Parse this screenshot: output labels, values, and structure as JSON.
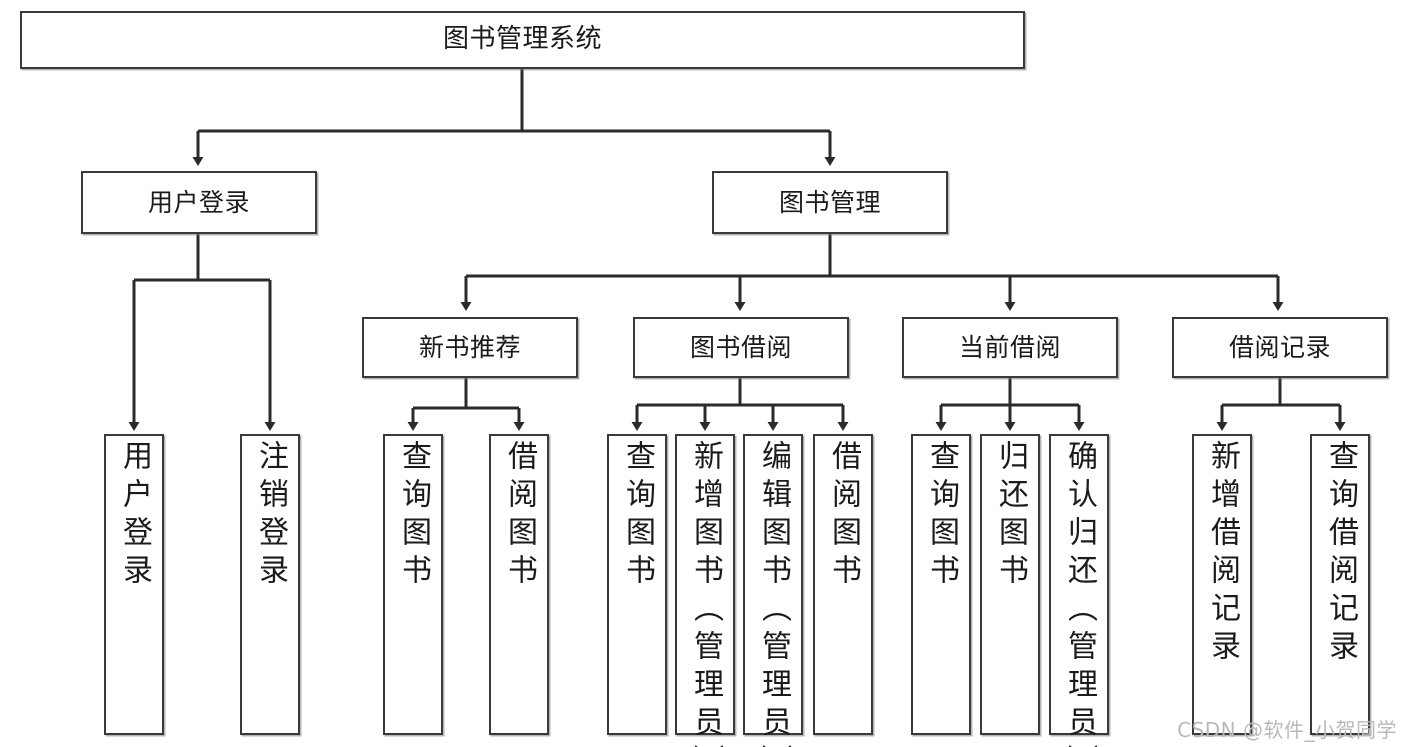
{
  "diagram": {
    "title": "图书管理系统",
    "type": "hierarchy-tree",
    "watermark": "CSDN @软件_小贺同学",
    "colors": {
      "box_border": "#3a3a3a",
      "box_fill": "#ffffff",
      "connector": "#2b2b2b",
      "text": "#1b1b1b",
      "watermark": "#b9b9b9"
    },
    "levels": [
      {
        "level": 1,
        "nodes": [
          {
            "id": "root",
            "label": "图书管理系统",
            "orientation": "horizontal"
          }
        ]
      },
      {
        "level": 2,
        "nodes": [
          {
            "id": "user-login",
            "label": "用户登录",
            "orientation": "horizontal",
            "parent": "root"
          },
          {
            "id": "book-manage",
            "label": "图书管理",
            "orientation": "horizontal",
            "parent": "root"
          }
        ]
      },
      {
        "level": 3,
        "nodes": [
          {
            "id": "new-book-rec",
            "label": "新书推荐",
            "orientation": "horizontal",
            "parent": "book-manage"
          },
          {
            "id": "book-borrow",
            "label": "图书借阅",
            "orientation": "horizontal",
            "parent": "book-manage"
          },
          {
            "id": "current-borrow",
            "label": "当前借阅",
            "orientation": "horizontal",
            "parent": "book-manage"
          },
          {
            "id": "borrow-record",
            "label": "借阅记录",
            "orientation": "horizontal",
            "parent": "book-manage"
          }
        ]
      },
      {
        "level": 4,
        "nodes": [
          {
            "id": "leaf-user-login",
            "label": "用户登录",
            "orientation": "vertical",
            "parent": "user-login"
          },
          {
            "id": "leaf-logout",
            "label": "注销登录",
            "orientation": "vertical",
            "parent": "user-login"
          },
          {
            "id": "leaf-query-book-1",
            "label": "查询图书",
            "orientation": "vertical",
            "parent": "new-book-rec"
          },
          {
            "id": "leaf-borrow-book-1",
            "label": "借阅图书",
            "orientation": "vertical",
            "parent": "new-book-rec"
          },
          {
            "id": "leaf-query-book-2",
            "label": "查询图书",
            "orientation": "vertical",
            "parent": "book-borrow"
          },
          {
            "id": "leaf-add-book",
            "label": "新增图书（管理员）",
            "orientation": "vertical",
            "parent": "book-borrow"
          },
          {
            "id": "leaf-edit-book",
            "label": "编辑图书（管理员）",
            "orientation": "vertical",
            "parent": "book-borrow"
          },
          {
            "id": "leaf-borrow-book-2",
            "label": "借阅图书",
            "orientation": "vertical",
            "parent": "book-borrow"
          },
          {
            "id": "leaf-query-book-3",
            "label": "查询图书",
            "orientation": "vertical",
            "parent": "current-borrow"
          },
          {
            "id": "leaf-return-book",
            "label": "归还图书",
            "orientation": "vertical",
            "parent": "current-borrow"
          },
          {
            "id": "leaf-confirm-return",
            "label": "确认归还（管理员）",
            "orientation": "vertical",
            "parent": "current-borrow"
          },
          {
            "id": "leaf-add-record",
            "label": "新增借阅记录",
            "orientation": "vertical",
            "parent": "borrow-record"
          },
          {
            "id": "leaf-query-record",
            "label": "查询借阅记录",
            "orientation": "vertical",
            "parent": "borrow-record"
          }
        ]
      }
    ]
  }
}
